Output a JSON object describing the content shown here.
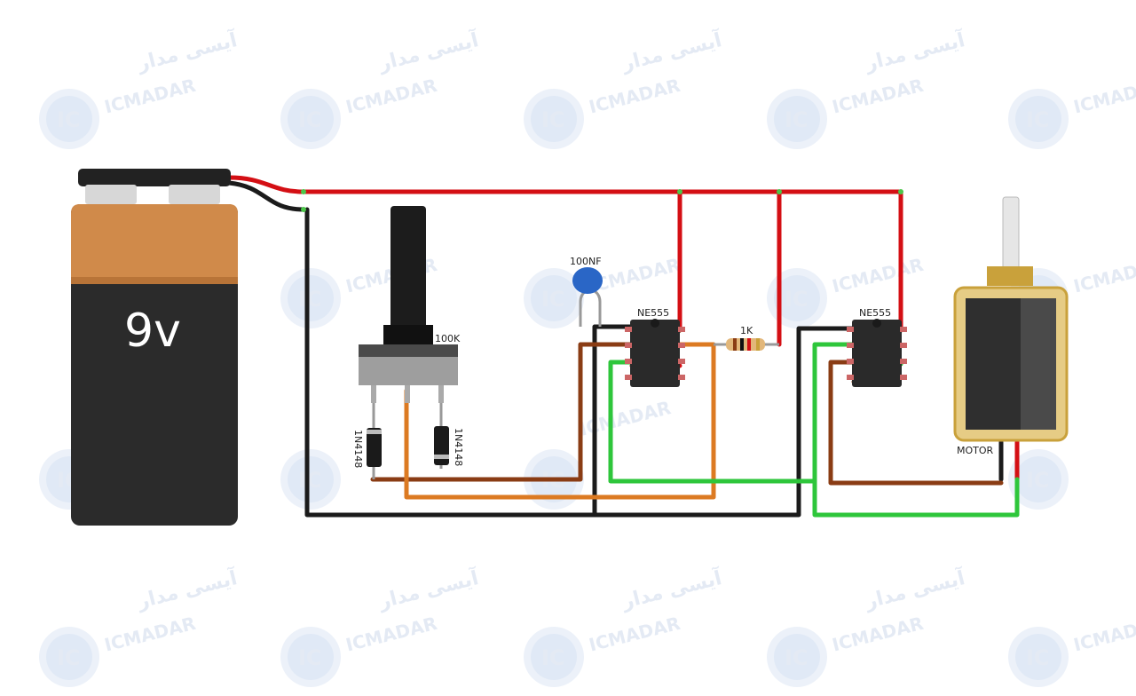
{
  "battery": {
    "label": "9v"
  },
  "components": {
    "potentiometer": {
      "label": "100K"
    },
    "capacitor": {
      "label": "100NF"
    },
    "diode_left": {
      "label": "1N4148"
    },
    "diode_right": {
      "label": "1N4148"
    },
    "ic_left": {
      "label": "NE555"
    },
    "ic_right": {
      "label": "NE555"
    },
    "resistor": {
      "label": "1K"
    },
    "motor": {
      "label": "MOTOR"
    }
  },
  "watermark": {
    "brand": "ICMADAR",
    "brand_fa": "آیسی مدار",
    "logo": "IC"
  },
  "colors": {
    "red_wire": "#d40f14",
    "black_wire": "#1b1b1b",
    "brown_wire": "#8a3c14",
    "orange_wire": "#dc7a22",
    "green_wire": "#2ec63b",
    "battery_top": "#d08a4a",
    "battery_body": "#2b2b2b"
  }
}
